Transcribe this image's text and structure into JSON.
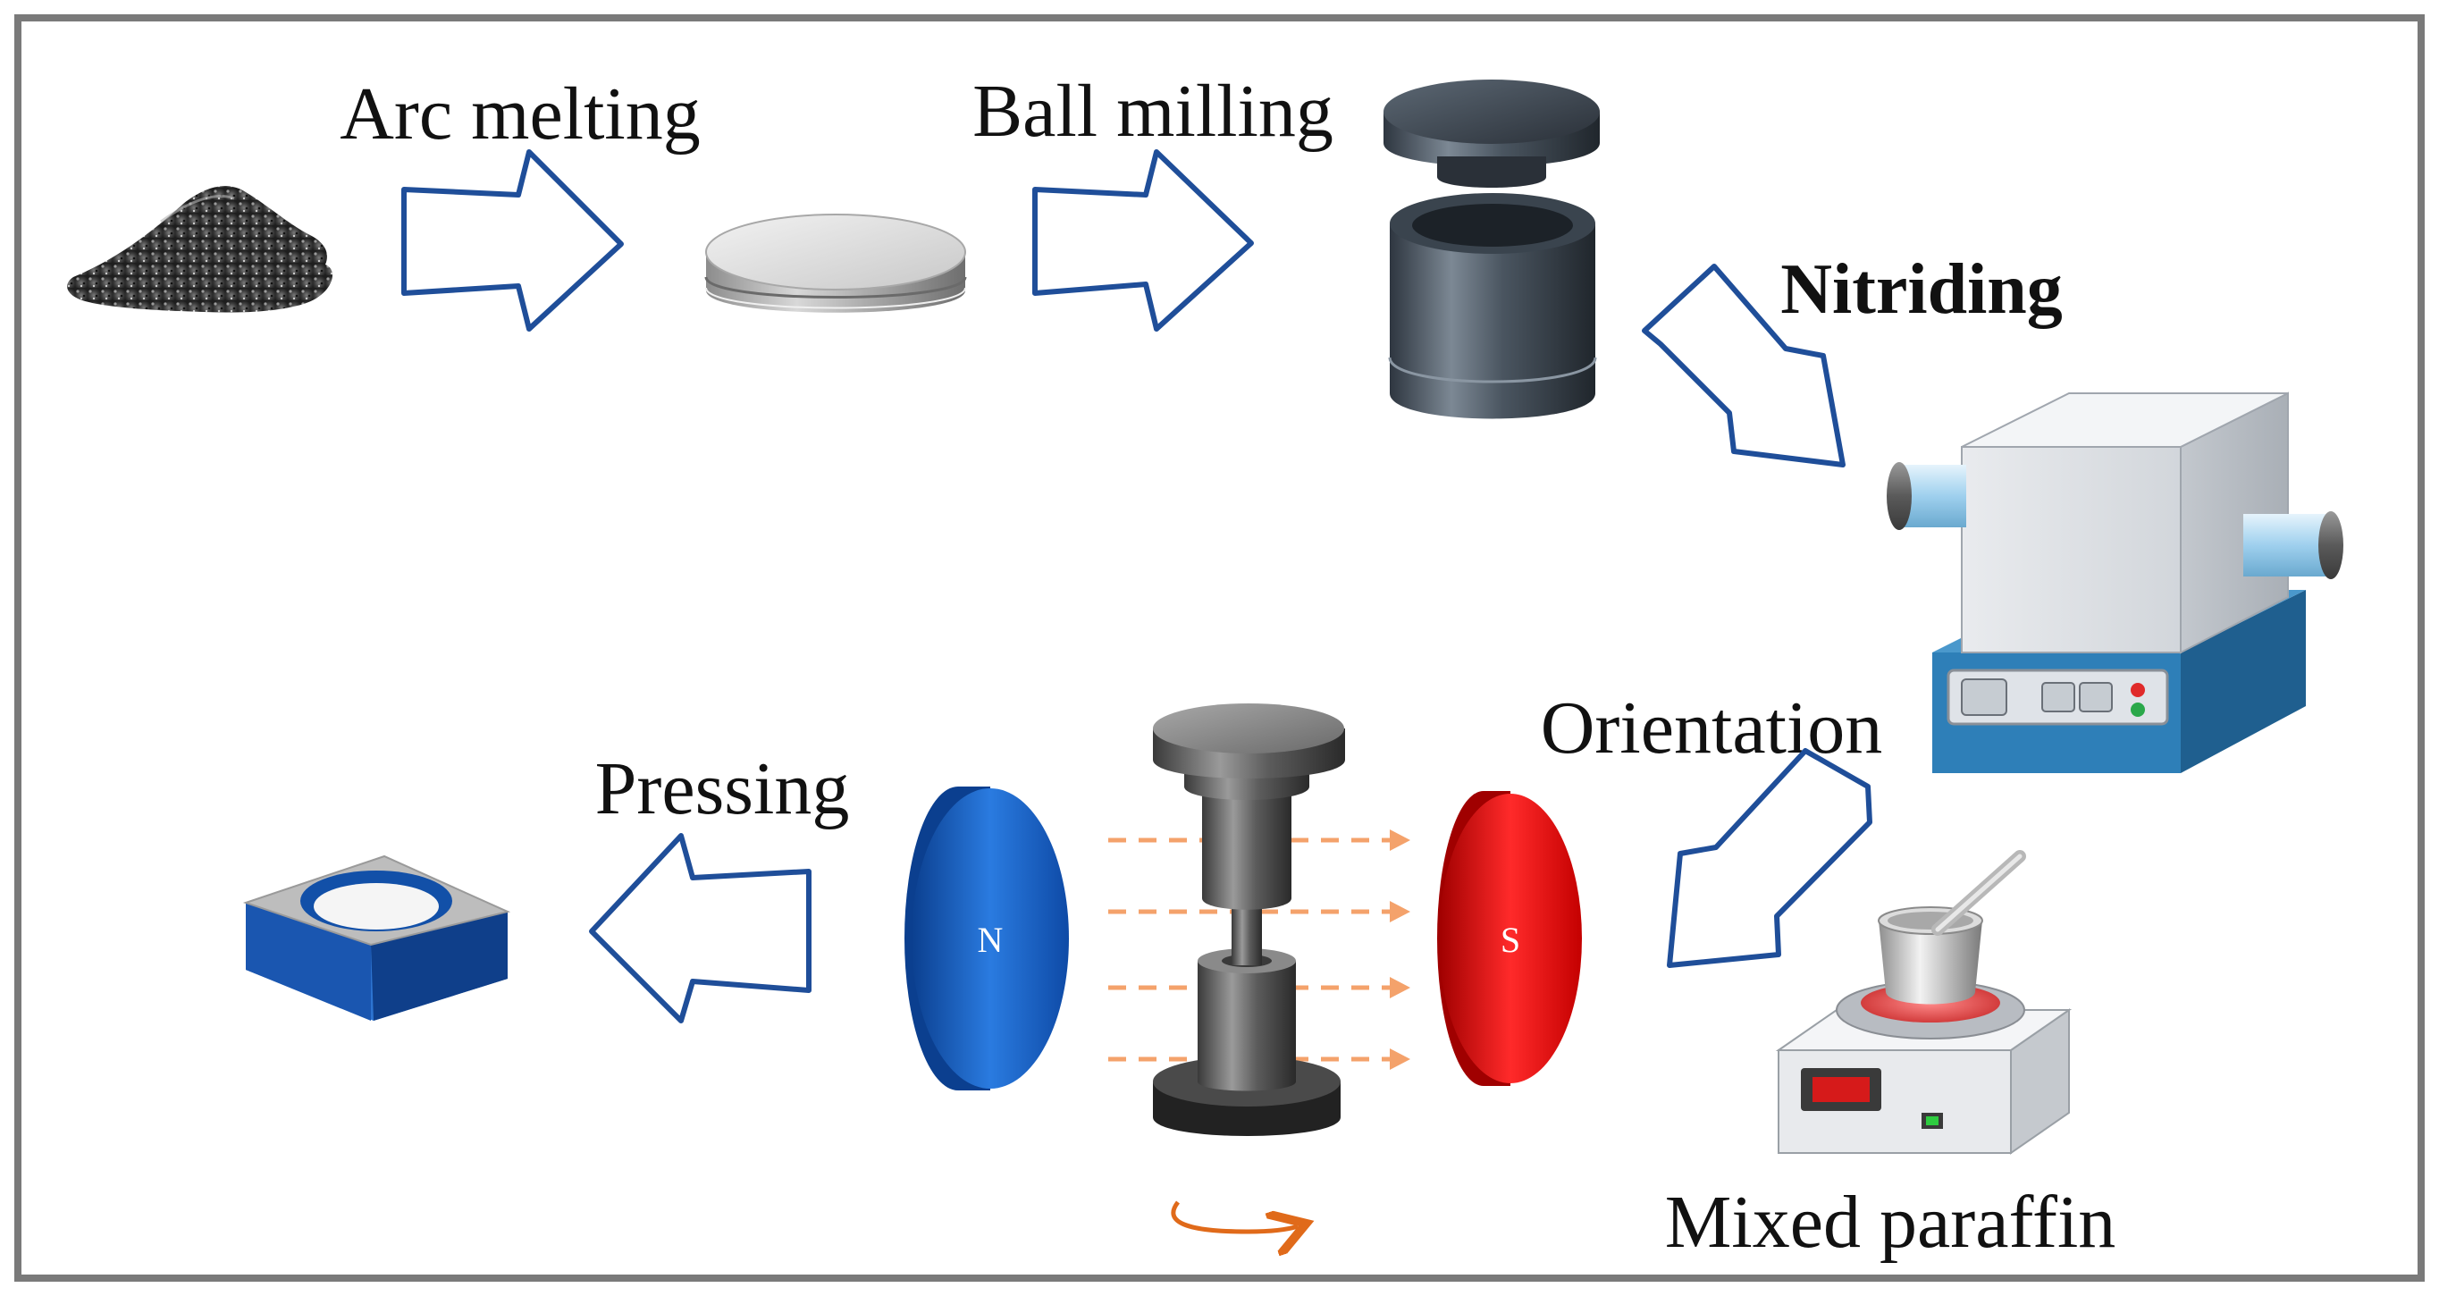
{
  "labels": {
    "arc_melting": "Arc melting",
    "ball_milling": "Ball milling",
    "nitriding": "Nitriding",
    "orientation": "Orientation",
    "pressing": "Pressing",
    "mixed_paraffin": "Mixed paraffin",
    "magnet_north": "N",
    "magnet_south": "S"
  },
  "colors": {
    "frame": "#7a7a7a",
    "arrow_outline": "#1f4e99",
    "field_lines": "#f4a26b",
    "rotation_arrow": "#e06a1a",
    "north_magnet": "#1565d8",
    "south_magnet": "#e01010",
    "furnace_base": "#2e7fb8",
    "ring_magnet": "#1a56b0"
  }
}
